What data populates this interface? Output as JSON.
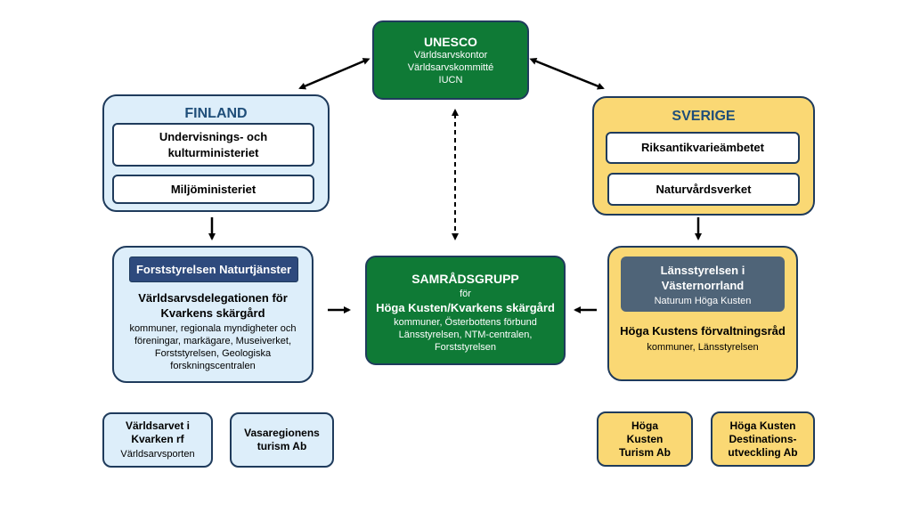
{
  "unesco": {
    "title": "UNESCO",
    "lines": [
      "Världsarvskontor",
      "Världsarvskommitté",
      "IUCN"
    ]
  },
  "finland": {
    "title": "FINLAND",
    "items": [
      "Undervisnings- och kulturministeriet",
      "Miljöministeriet"
    ]
  },
  "sverige": {
    "title": "SVERIGE",
    "items": [
      "Riksantikvarieämbetet",
      "Naturvårdsverket"
    ]
  },
  "finland_regional": {
    "header": "Forststyrelsen Naturtjänster",
    "title": "Världsarvsdelegationen för Kvarkens skärgård",
    "description": "kommuner, regionala myndigheter och föreningar, markägare, Museiverket, Forststyrelsen, Geologiska forskningscentralen"
  },
  "samradsgrupp": {
    "title": "SAMRÅDSGRUPP",
    "for": "för",
    "subtitle": "Höga Kusten/Kvarkens skärgård",
    "description": "kommuner, Österbottens förbund Länsstyrelsen, NTM-centralen, Forststyrelsen"
  },
  "sverige_regional": {
    "header_title": "Länsstyrelsen i Västernorrland",
    "header_sub": "Naturum Höga Kusten",
    "title": "Höga Kustens förvaltningsråd",
    "description": "kommuner, Länsstyrelsen"
  },
  "bottom": {
    "kvarken": {
      "title": "Världsarvet i Kvarken rf",
      "sub": "Världsarvsporten"
    },
    "vasa": {
      "title": "Vasaregionens turism Ab"
    },
    "hk_turism": {
      "title": "Höga Kusten Turism Ab"
    },
    "hk_dest": {
      "title": "Höga Kusten Destinations-utveckling Ab"
    }
  },
  "colors": {
    "green": "#0f7a36",
    "light_blue": "#ddeefa",
    "yellow": "#fad874",
    "navy": "#1f3b5c",
    "title_blue": "#1f4e79"
  }
}
